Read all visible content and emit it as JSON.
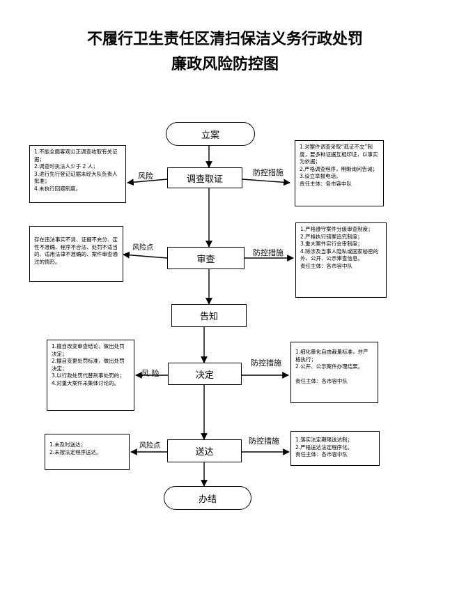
{
  "title": {
    "line1": "不履行卫生责任区清扫保洁义务行政处罚",
    "line2": "廉政风险防控图"
  },
  "steps": {
    "start": "立案",
    "investigate": "调查取证",
    "review": "审查",
    "notify": "告知",
    "decide": "决定",
    "deliver": "送达",
    "end": "办结"
  },
  "labels": {
    "risk1": "风险",
    "measure1": "防控措施",
    "risk2": "风险点",
    "measure2": "防控措施",
    "risk4": "风  险",
    "measure4": "防控措施",
    "risk5": "风险点",
    "measure5": "防控措施"
  },
  "risks": {
    "investigate": [
      "1.不能全面客观公正调查收取有关证据；",
      "2.调查时执法人少于 2 人；",
      "3.进行先行登记证据未经大队负责人批准；",
      "4.未执行回避制度。"
    ],
    "review": [
      "存在违法事实不清、证据不充分、定性不准确、程序不合法、处罚不适当的、适用法律不准确的、案件审查通过的情形。"
    ],
    "decide": [
      "1.擅自改变审查结论，做出处罚决定；",
      "2.擅自变更处罚标准，做出处罚决定；",
      "3.以行政处罚代替刑事处罚的；",
      "4.对重大案件未集体讨论的。"
    ],
    "deliver": [
      "1.未及时送达；",
      "2.未按法定程序送达。"
    ]
  },
  "measures": {
    "investigate": [
      "1.对案件调查采取“孤证不立”制度，要多种证据互相印证，以事实为依据；",
      "2.严格调查程序，明晰询问告诫；",
      "3.设立举报电话。",
      "责任主体：各市容中队"
    ],
    "review": [
      "1.严格遵守案件分级审查制度；",
      "2.严格执行错案追究制度；",
      "3.重大案件实行会审制度；",
      "4.除涉及当事人隐私或国家秘密的外，公开、公示审查信息。",
      "责任主体：各市容中队"
    ],
    "decide": [
      "1.细化量化自由裁量标准，并严格执行；",
      "2.公开、公示案件办理结果。",
      "",
      "责任主体：各市容中队"
    ],
    "deliver": [
      "1.落实法定期限送达制；",
      "2.严格送达法定程序化。",
      "责任主体：各市容中队"
    ]
  }
}
